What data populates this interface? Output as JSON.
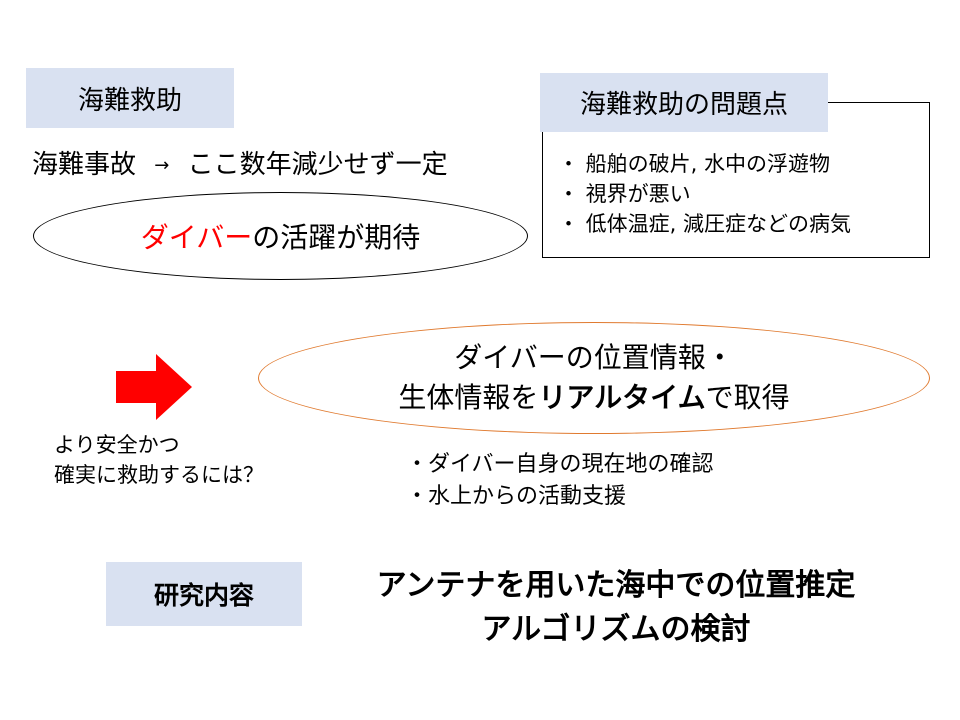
{
  "colors": {
    "label_fill": "#d9e1f1",
    "accent_red": "#ff0000",
    "ellipse_orange": "#e07a2f",
    "text": "#000000"
  },
  "rescue": {
    "label": "海難救助",
    "stat_left": "海難事故",
    "stat_arrow": "→",
    "stat_right": "ここ数年減少せず一定",
    "hope_highlight": "ダイバー",
    "hope_rest": "の活躍が期待"
  },
  "problems": {
    "label": "海難救助の問題点",
    "items": [
      "・ 船舶の破片, 水中の浮遊物",
      "・ 視界が悪い",
      "・ 低体温症, 減圧症などの病気"
    ]
  },
  "middle": {
    "arrow_icon": "right-arrow-icon",
    "question_line1": "より安全かつ",
    "question_line2": "確実に救助するには？",
    "goal_line1": "ダイバーの位置情報・",
    "goal_line2_a": "生体情報を",
    "goal_line2_b": "リアルタイム",
    "goal_line2_c": "で取得",
    "bullets": [
      "・ダイバー自身の現在地の確認",
      "・水上からの活動支援"
    ]
  },
  "research": {
    "label": "研究内容",
    "title_line1": "アンテナを用いた海中での位置推定",
    "title_line2": "アルゴリズムの検討"
  }
}
